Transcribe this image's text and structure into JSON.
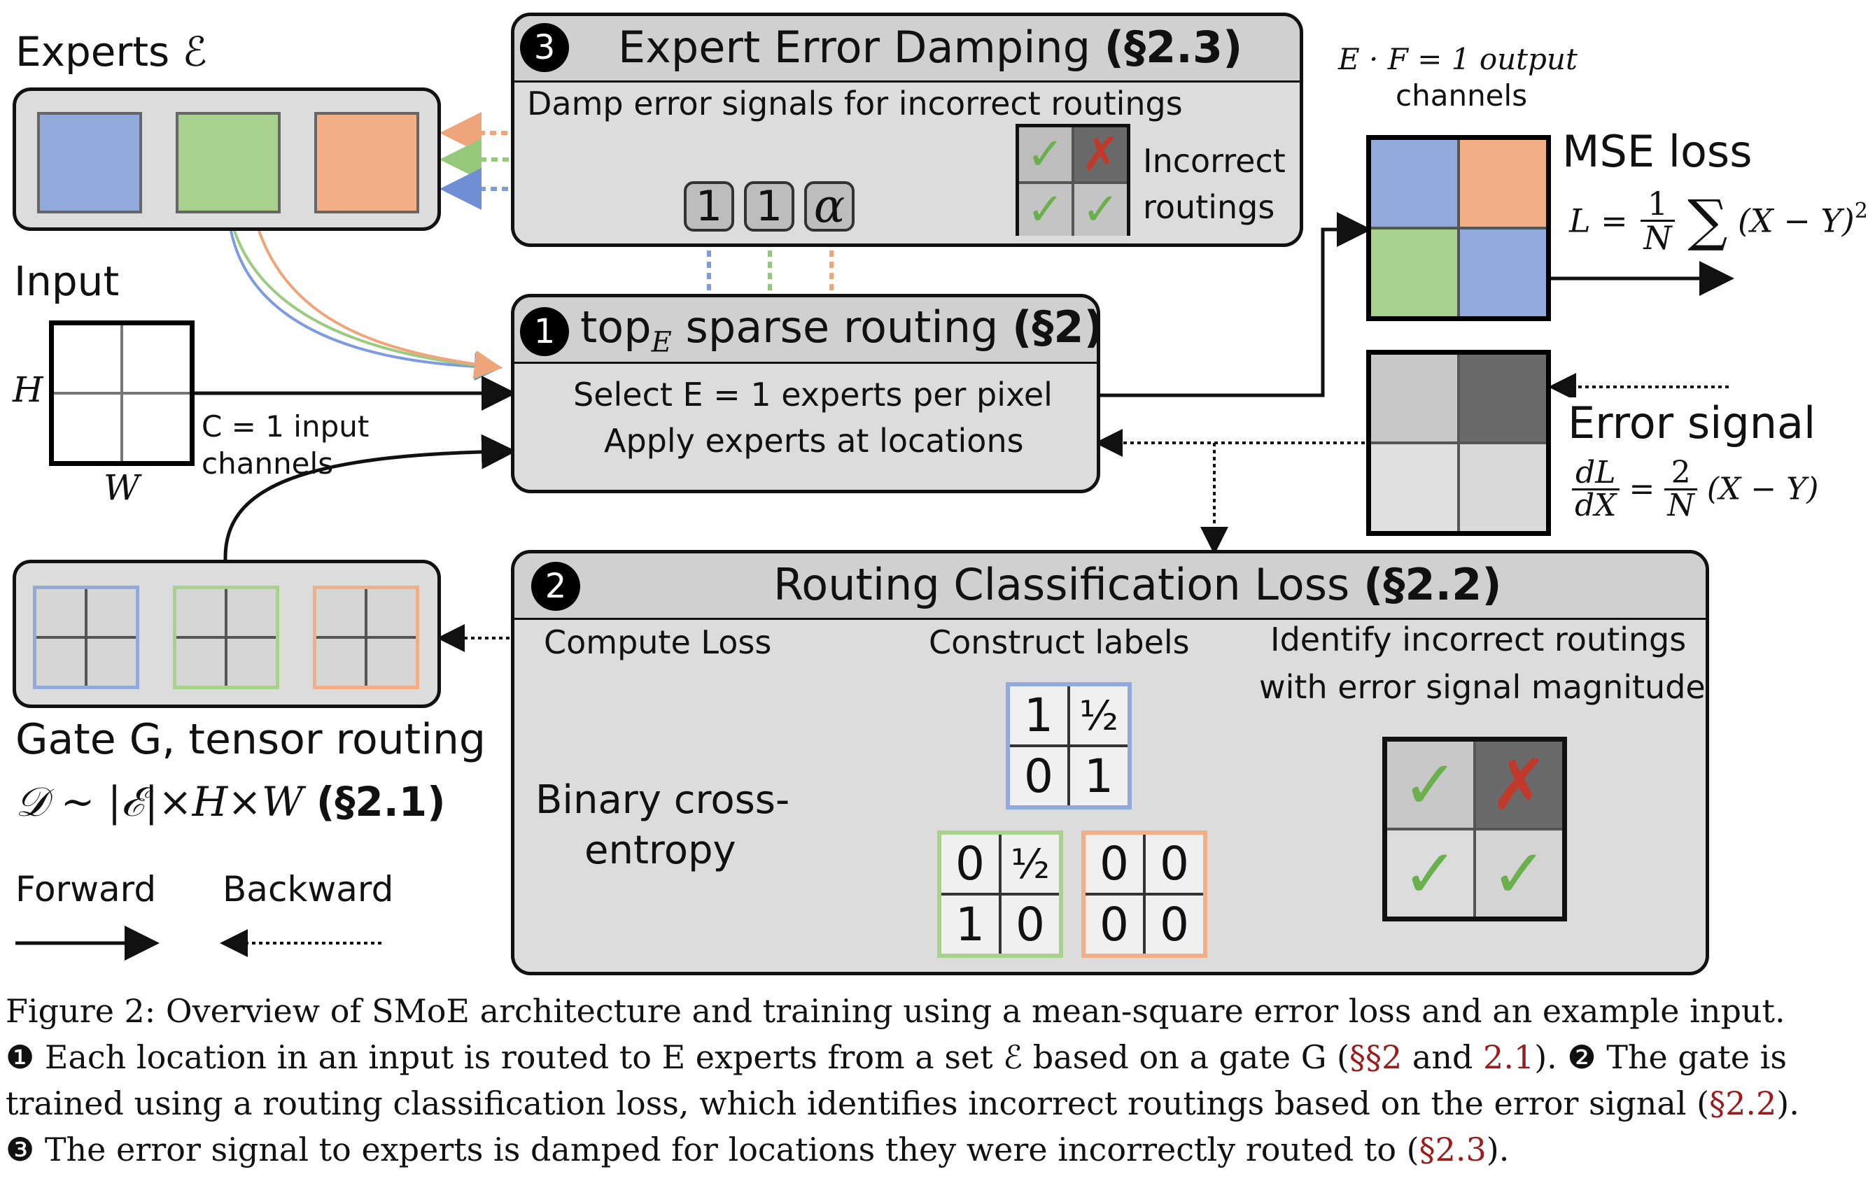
{
  "experts": {
    "title": "Experts ℰ",
    "colors": [
      "#92a9dc",
      "#a9d18e",
      "#f2ae84"
    ]
  },
  "input": {
    "title": "Input",
    "h_label": "H",
    "w_label": "W",
    "channels_line1": "C = 1 input",
    "channels_line2": "channels"
  },
  "damping": {
    "number": "3",
    "title": "Expert Error Damping",
    "section": "(§2.3)",
    "subtitle": "Damp error signals for incorrect routings",
    "weights": [
      "1",
      "1",
      "α"
    ],
    "incorrect_line1": "Incorrect",
    "incorrect_line2": "routings"
  },
  "output": {
    "channels_line1": "E · F = 1 output",
    "channels_line2": "channels",
    "mse_title": "MSE loss",
    "mse_formula_left": "L =",
    "mse_formula_num": "1",
    "mse_formula_den": "N",
    "mse_formula_sum": "∑",
    "mse_formula_right": "(X − Y)",
    "mse_formula_exp": "2",
    "colors": [
      "#92a9dc",
      "#f2ae84",
      "#a9d18e",
      "#92a9dc"
    ]
  },
  "error_signal": {
    "title": "Error signal",
    "d_num": "dL",
    "d_den": "dX",
    "eq": "=",
    "c_num": "2",
    "c_den": "N",
    "rhs": "(X − Y)",
    "shades": [
      "#c8c8c8",
      "#6a6a6a",
      "#e0e0e0",
      "#dadada"
    ]
  },
  "routing": {
    "number": "1",
    "title_top": "top",
    "title_sub": "E",
    "title_rest": "sparse routing",
    "section": "(§2)",
    "line1": "Select E = 1 experts per pixel",
    "line2": "Apply experts at locations"
  },
  "classification": {
    "number": "2",
    "title": "Routing Classification Loss",
    "section": "(§2.2)",
    "compute_loss": "Compute Loss",
    "construct_labels": "Construct labels",
    "identify_line1": "Identify incorrect routings",
    "identify_line2": "with error signal magnitude",
    "bce_line1": "Binary cross-",
    "bce_line2": "entropy",
    "labels_blue": [
      "1",
      "½",
      "0",
      "1"
    ],
    "labels_green": [
      "0",
      "½",
      "1",
      "0"
    ],
    "labels_orange": [
      "0",
      "0",
      "0",
      "0"
    ]
  },
  "gate": {
    "title": "Gate G, tensor routing",
    "formula": "𝒟 ~ |ℰ|×H×W",
    "section": "(§2.1)"
  },
  "legend": {
    "forward": "Forward",
    "backward": "Backward"
  },
  "caption": {
    "line1": "Figure 2: Overview of SMoE architecture and training using a mean-square error loss and an example input.",
    "line2a": "❶ Each location in an input is routed to E experts from a set ℰ based on a gate G (",
    "line2ref1": "§§2",
    "line2b": " and ",
    "line2ref2": "2.1",
    "line2c": "). ❷ The gate is",
    "line3a": "trained using a routing classification loss, which identifies incorrect routings based on the error signal (",
    "line3ref": "§2.2",
    "line3b": ").",
    "line4a": "❸ The error signal to experts is damped for locations they were incorrectly routed to (",
    "line4ref": "§2.3",
    "line4b": ")."
  }
}
